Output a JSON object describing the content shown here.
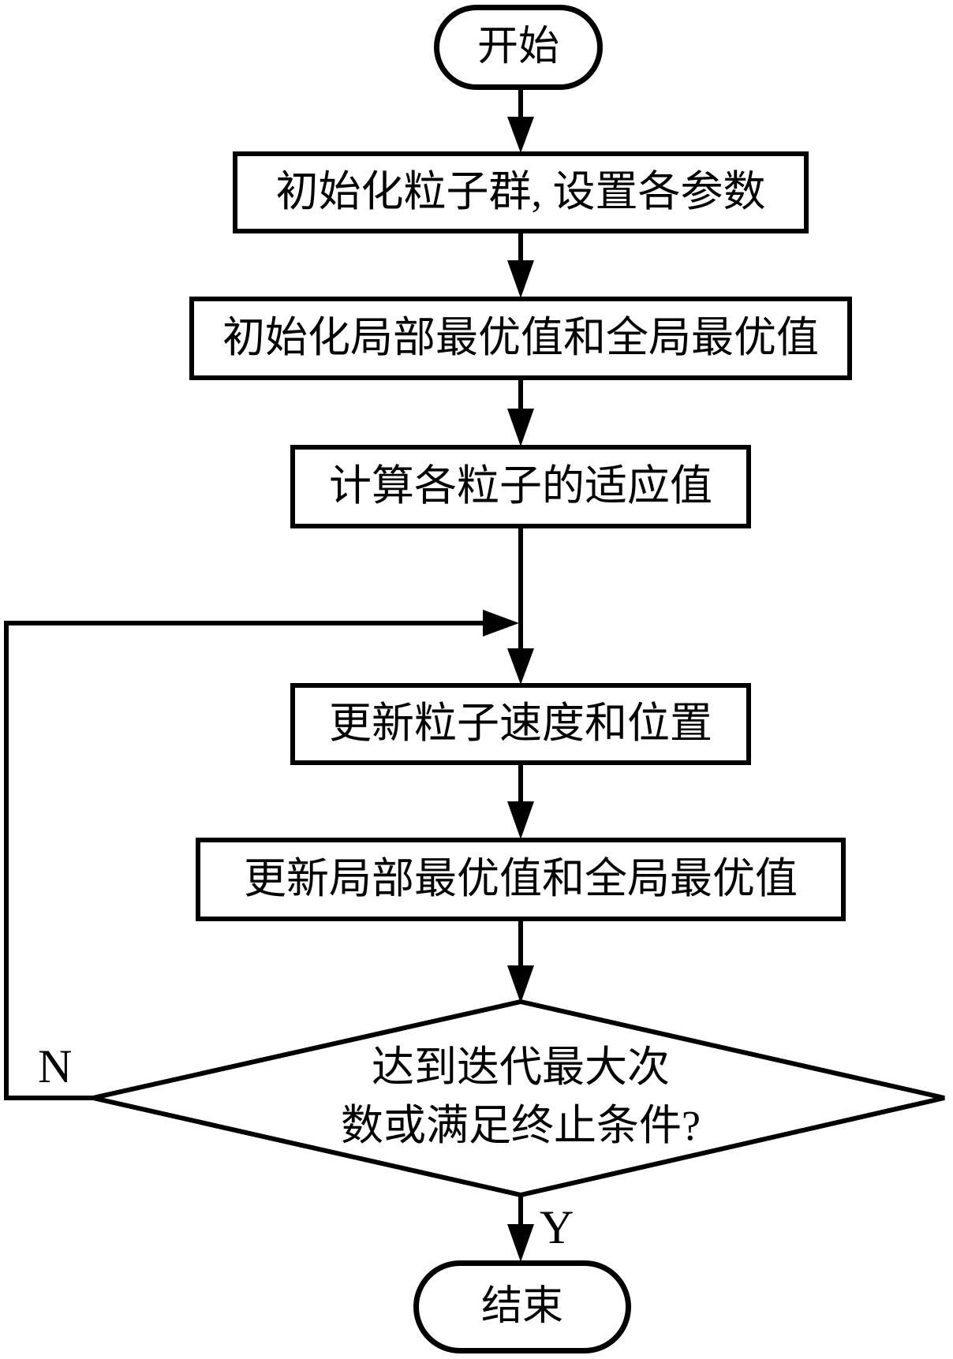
{
  "flowchart": {
    "nodes": [
      {
        "id": "start",
        "type": "terminator",
        "label": "开始"
      },
      {
        "id": "init-swarm",
        "type": "process",
        "label": "初始化粒子群, 设置各参数"
      },
      {
        "id": "init-best",
        "type": "process",
        "label": "初始化局部最优值和全局最优值"
      },
      {
        "id": "calc-fitness",
        "type": "process",
        "label": "计算各粒子的适应值"
      },
      {
        "id": "update-velocity-position",
        "type": "process",
        "label": "更新粒子速度和位置"
      },
      {
        "id": "update-best",
        "type": "process",
        "label": "更新局部最优值和全局最优值"
      },
      {
        "id": "decision-terminate",
        "type": "decision",
        "label_line1": "达到迭代最大次",
        "label_line2": "数或满足终止条件?"
      },
      {
        "id": "end",
        "type": "terminator",
        "label": "结束"
      }
    ],
    "edge_labels": {
      "no": "N",
      "yes": "Y"
    },
    "colors": {
      "stroke": "#000000",
      "fill": "#ffffff",
      "text": "#000000"
    }
  }
}
